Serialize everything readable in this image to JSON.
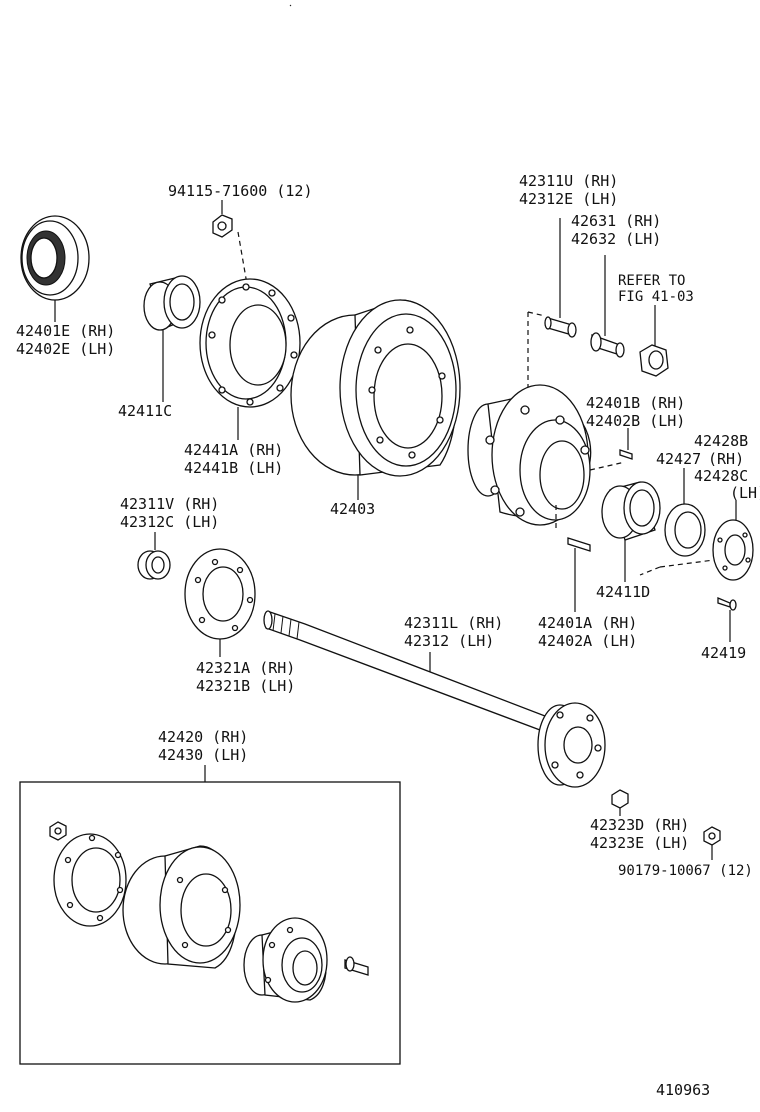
{
  "diagram": {
    "drawing_number": "410963",
    "callouts": {
      "nut_top": "94115-71600 (12)",
      "seal_rh": "42401E (RH)",
      "seal_lh": "42402E (LH)",
      "bearing_outer": "42411C",
      "backing_plate_rh": "42441A (RH)",
      "backing_plate_lh": "42441B (LH)",
      "drum": "42403",
      "bolt_rh": "42311U (RH)",
      "bolt_lh": "42312E (LH)",
      "bolt2_rh": "42631 (RH)",
      "bolt2_lh": "42632 (LH)",
      "refer_line1": "REFER TO",
      "refer_line2": "FIG 41-03",
      "pin_rh": "42401B (RH)",
      "pin_lh": "42402B (LH)",
      "part_42428b": "42428B",
      "part_42427": "42427",
      "rh_tag": "(RH)",
      "part_42428c": "42428C",
      "lh_tag": "(LH)",
      "spacer_rh": "42311V (RH)",
      "spacer_lh": "42312C (LH)",
      "bearing_inner": "42411D",
      "gasket_rh": "42321A (RH)",
      "gasket_lh": "42321B (LH)",
      "shaft_rh": "42311L (RH)",
      "shaft_lh": "42312  (LH)",
      "stud_rh": "42401A (RH)",
      "stud_lh": "42402A (LH)",
      "screw": "42419",
      "assy_rh": "42420 (RH)",
      "assy_lh": "42430 (LH)",
      "nut_rh": "42323D (RH)",
      "nut_lh": "42323E (LH)",
      "nut_bottom": "90179-10067 (12)"
    }
  }
}
